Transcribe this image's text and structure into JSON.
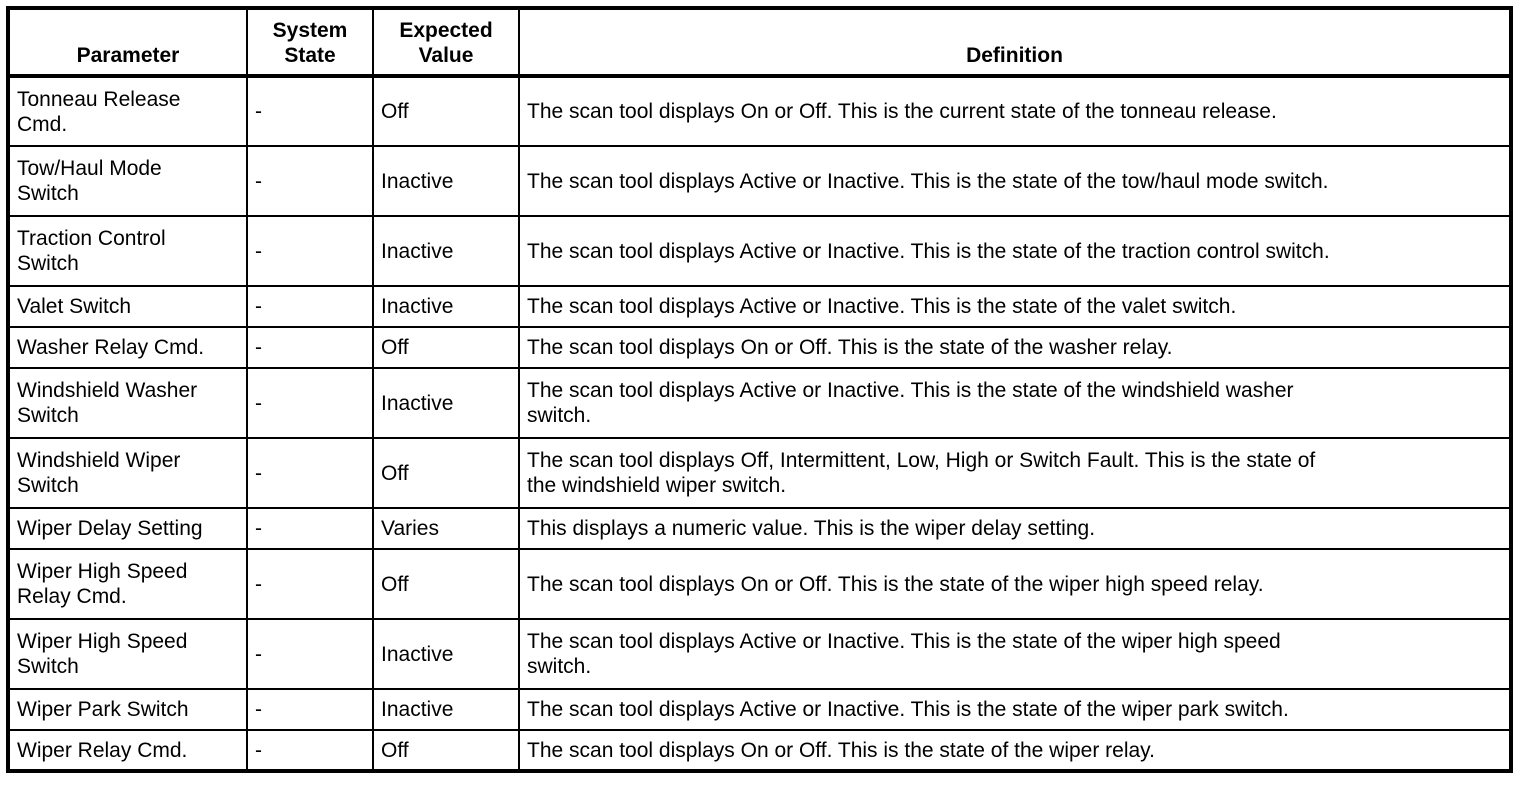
{
  "table": {
    "header": {
      "parameter": "Parameter",
      "system_state": "System State",
      "expected_value": "Expected Value",
      "definition": "Definition"
    },
    "rows": [
      {
        "parameter": "Tonneau Release\nCmd.",
        "system_state": "-",
        "expected_value": "Off",
        "definition": "The scan tool displays On or Off. This is the current state of the tonneau release."
      },
      {
        "parameter": "Tow/Haul Mode\nSwitch",
        "system_state": "-",
        "expected_value": "Inactive",
        "definition": "The scan tool displays Active or Inactive. This is the state of the tow/haul mode switch."
      },
      {
        "parameter": "Traction Control\nSwitch",
        "system_state": "-",
        "expected_value": "Inactive",
        "definition": "The scan tool displays Active or Inactive. This is the state of the traction control switch."
      },
      {
        "parameter": "Valet Switch",
        "system_state": "-",
        "expected_value": "Inactive",
        "definition": "The scan tool displays Active or Inactive. This is the state of the valet switch."
      },
      {
        "parameter": "Washer Relay Cmd.",
        "system_state": "-",
        "expected_value": "Off",
        "definition": "The scan tool displays On or Off. This is the state of the washer relay."
      },
      {
        "parameter": "Windshield Washer\nSwitch",
        "system_state": "-",
        "expected_value": "Inactive",
        "definition": "The scan tool displays Active or Inactive. This is the state of the windshield washer\nswitch."
      },
      {
        "parameter": "Windshield Wiper\nSwitch",
        "system_state": "-",
        "expected_value": "Off",
        "definition": "The scan tool displays Off, Intermittent, Low, High or Switch Fault. This is the state of\nthe windshield wiper switch."
      },
      {
        "parameter": "Wiper Delay Setting",
        "system_state": "-",
        "expected_value": "Varies",
        "definition": "This displays a numeric value. This is the wiper delay setting."
      },
      {
        "parameter": "Wiper High Speed\nRelay Cmd.",
        "system_state": "-",
        "expected_value": "Off",
        "definition": "The scan tool displays On or Off. This is the state of the wiper high speed relay."
      },
      {
        "parameter": "Wiper High Speed\nSwitch",
        "system_state": "-",
        "expected_value": "Inactive",
        "definition": "The scan tool displays Active or Inactive. This is the state of the wiper high speed\nswitch."
      },
      {
        "parameter": "Wiper Park Switch",
        "system_state": "-",
        "expected_value": "Inactive",
        "definition": "The scan tool displays Active or Inactive. This is the state of the wiper park switch."
      },
      {
        "parameter": "Wiper Relay Cmd.",
        "system_state": "-",
        "expected_value": "Off",
        "definition": "The scan tool displays On or Off. This is the state of the wiper relay."
      }
    ]
  }
}
